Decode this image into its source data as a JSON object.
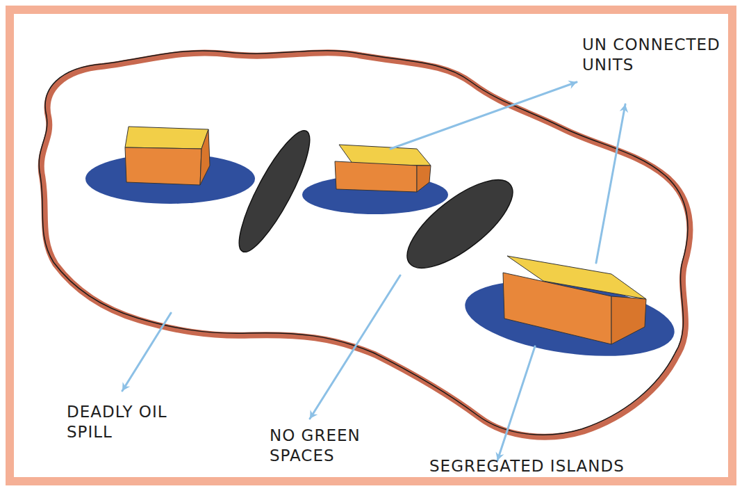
{
  "diagram": {
    "labels": [
      "UN CONNECTED UNITS",
      "DEADLY OIL SPILL",
      "NO GREEN SPACES",
      "SEGREGATED ISLANDS"
    ]
  }
}
